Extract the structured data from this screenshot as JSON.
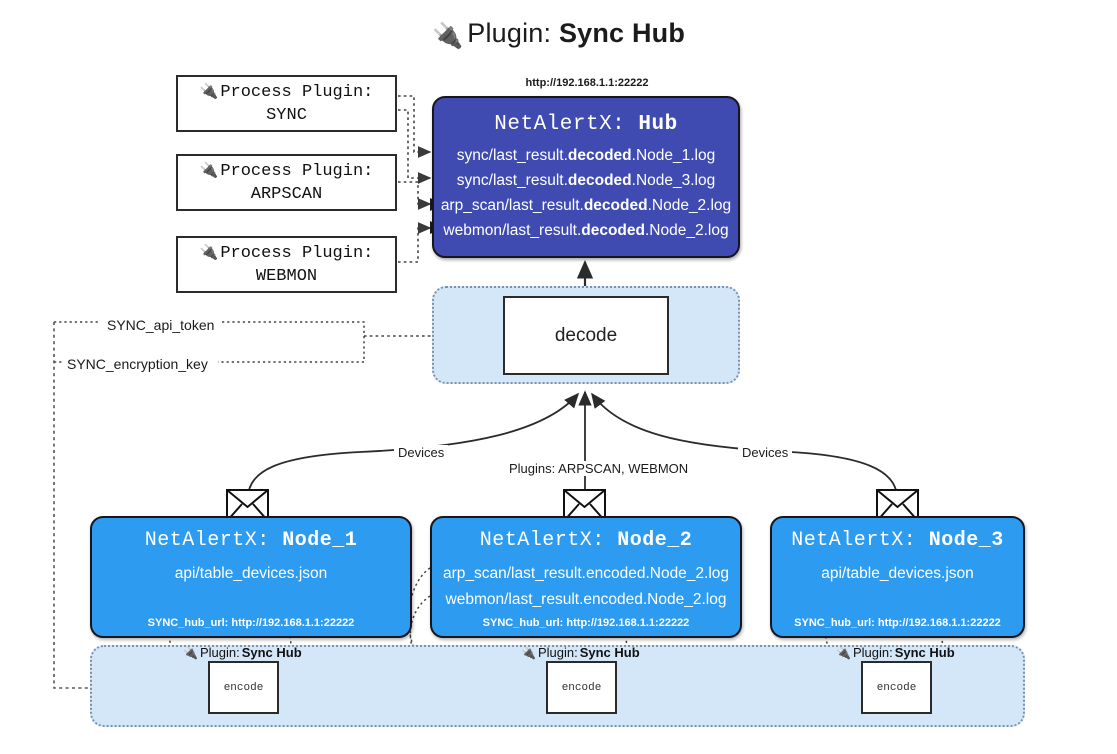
{
  "title": {
    "icon": "plug-icon",
    "label": "Plugin:",
    "value": "Sync Hub"
  },
  "process_plugins": [
    {
      "icon": "plug-icon",
      "label": "Process Plugin:",
      "value": "SYNC"
    },
    {
      "icon": "plug-icon",
      "label": "Process Plugin:",
      "value": "ARPSCAN"
    },
    {
      "icon": "plug-icon",
      "label": "Process Plugin:",
      "value": "WEBMON"
    }
  ],
  "hub": {
    "url": "http://192.168.1.1:22222",
    "app": "NetAlertX:",
    "name": "Hub",
    "lines": [
      {
        "pre": "sync/last_result.",
        "em": "decoded",
        "post": ".Node_1.log"
      },
      {
        "pre": "sync/last_result.",
        "em": "decoded",
        "post": ".Node_3.log"
      },
      {
        "pre": "arp_scan/last_result.",
        "em": "decoded",
        "post": ".Node_2.log"
      },
      {
        "pre": "webmon/last_result.",
        "em": "decoded",
        "post": ".Node_2.log"
      }
    ]
  },
  "decode": {
    "label": "decode"
  },
  "tokens": {
    "api_token": "SYNC_api_token",
    "encryption_key": "SYNC_encryption_key"
  },
  "edge_labels": {
    "devices_left": "Devices",
    "devices_right": "Devices",
    "plugins_center": "Plugins: ARPSCAN, WEBMON"
  },
  "nodes": [
    {
      "app": "NetAlertX:",
      "name": "Node_1",
      "lines": [
        "api/table_devices.json"
      ],
      "footer": "SYNC_hub_url: http://192.168.1.1:22222",
      "envelope_icon": "envelope-icon"
    },
    {
      "app": "NetAlertX:",
      "name": "Node_2",
      "lines": [
        "arp_scan/last_result.encoded.Node_2.log",
        "webmon/last_result.encoded.Node_2.log"
      ],
      "footer": "SYNC_hub_url: http://192.168.1.1:22222",
      "envelope_icon": "envelope-icon"
    },
    {
      "app": "NetAlertX:",
      "name": "Node_3",
      "lines": [
        "api/table_devices.json"
      ],
      "footer": "SYNC_hub_url: http://192.168.1.1:22222",
      "envelope_icon": "envelope-icon"
    }
  ],
  "encode_boxes": [
    {
      "icon": "plug-icon",
      "label": "Plugin:",
      "value": "Sync Hub",
      "box": "encode"
    },
    {
      "icon": "plug-icon",
      "label": "Plugin:",
      "value": "Sync Hub",
      "box": "encode"
    },
    {
      "icon": "plug-icon",
      "label": "Plugin:",
      "value": "Sync Hub",
      "box": "encode"
    }
  ],
  "colors": {
    "hub_fill": "#3f4bb0",
    "node_fill": "#2d9bf0",
    "band_fill": "#d4e7f9",
    "band_border": "#7d93ab",
    "stroke": "#2b2b2b",
    "page_bg": "#ffffff"
  }
}
